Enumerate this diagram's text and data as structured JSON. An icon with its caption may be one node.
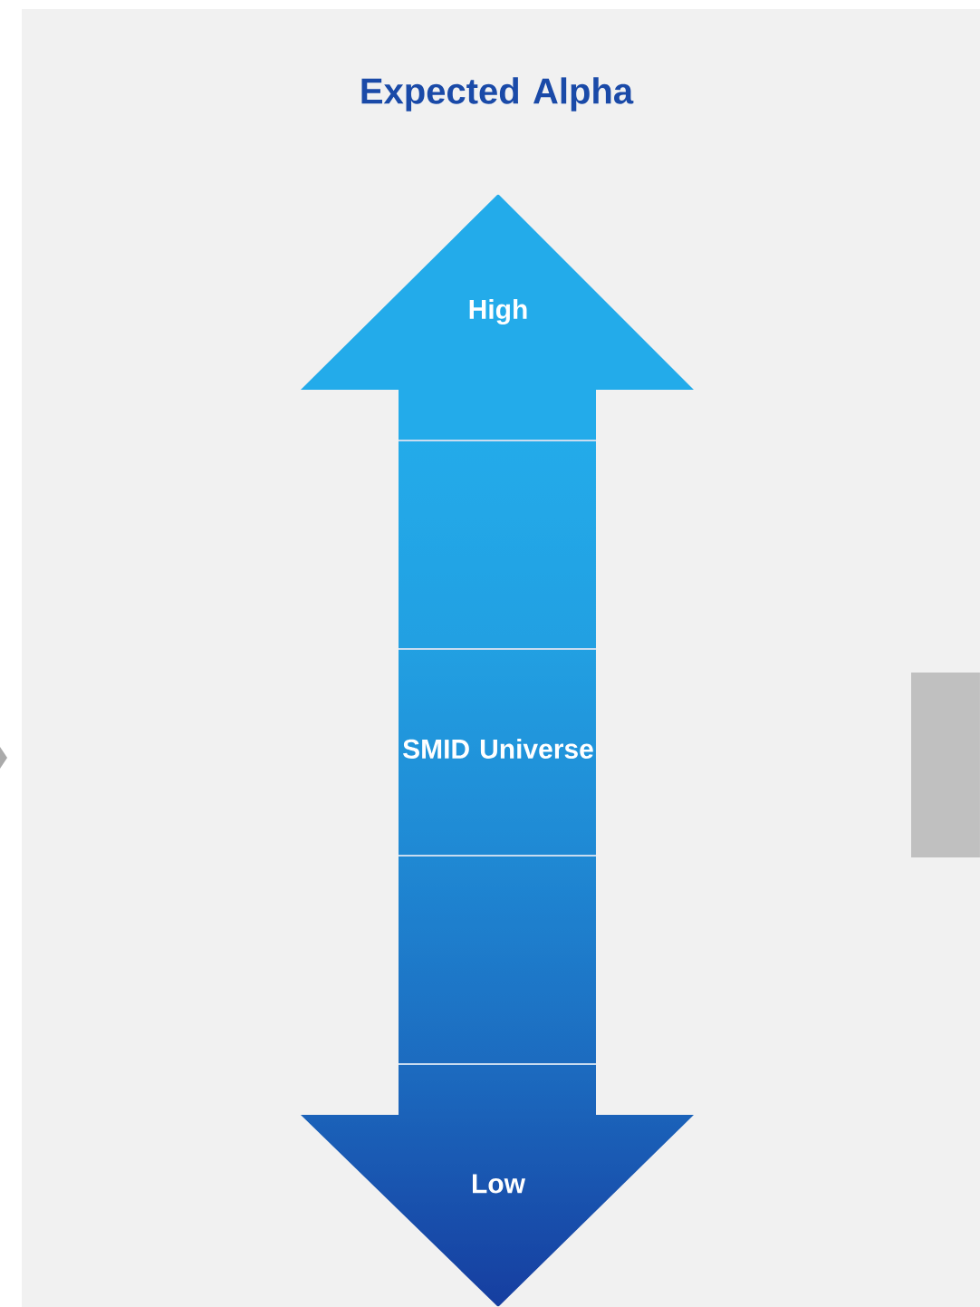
{
  "diagram": {
    "title": "Expected Alpha",
    "labels": [
      "High",
      "SMID Universe",
      "Low"
    ]
  }
}
